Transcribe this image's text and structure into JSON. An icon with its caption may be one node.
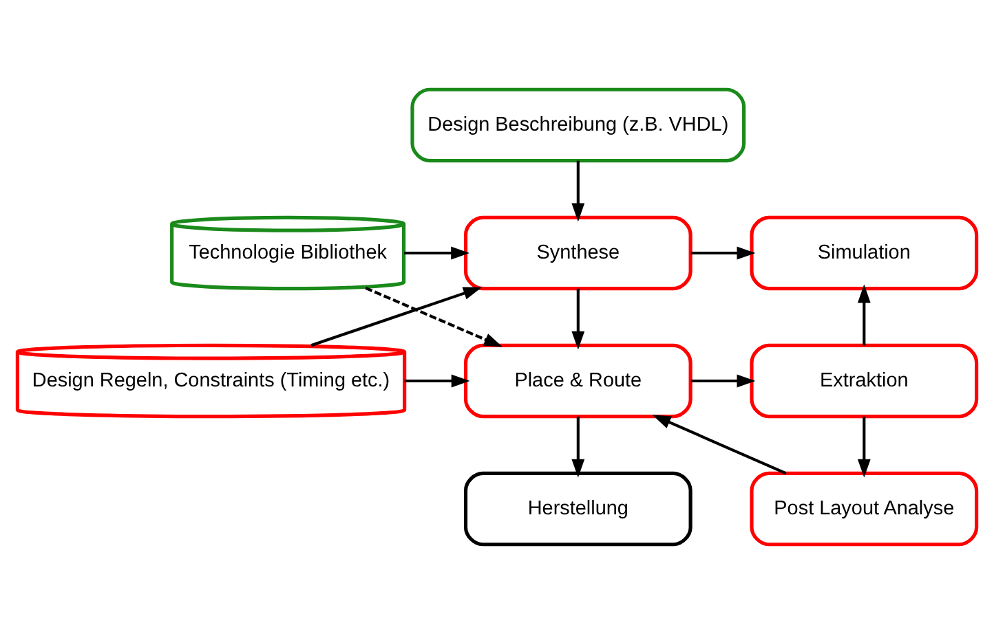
{
  "diagram": {
    "nodes": [
      {
        "text": [
          "Design Beschreibung (z.B. VHDL)"
        ]
      },
      {
        "text": [
          "Technologie Bibliothek"
        ]
      },
      {
        "text": [
          "Synthese"
        ]
      },
      {
        "text": [
          "Simulation"
        ]
      },
      {
        "text": [
          "Design Regeln, Constraints (Timing etc.)"
        ]
      },
      {
        "text": [
          "Place & Route"
        ]
      },
      {
        "text": [
          "Extraktion"
        ]
      },
      {
        "text": [
          "Post Layout Analyse"
        ]
      },
      {
        "text": [
          "Herstellung"
        ]
      }
    ],
    "edges": [
      {
        "from": 0,
        "to": 2,
        "arrow": "to"
      },
      {
        "from": 1,
        "to": 2,
        "arrow": "to"
      },
      {
        "from": 2,
        "to": 3,
        "arrow": "to"
      },
      {
        "from": 1,
        "to": 5,
        "arrow": "to",
        "style": "dashed"
      },
      {
        "from": 2,
        "to": 5,
        "arrow": "to"
      },
      {
        "from": 4,
        "to": 2,
        "arrow": "to"
      },
      {
        "from": 4,
        "to": 5,
        "arrow": "to"
      },
      {
        "from": 5,
        "to": 6,
        "arrow": "to"
      },
      {
        "from": 6,
        "to": 3,
        "arrow": "to"
      },
      {
        "from": 6,
        "to": 7,
        "arrow": "to"
      },
      {
        "from": 7,
        "to": 5,
        "arrow": "to"
      },
      {
        "from": 5,
        "to": 8,
        "arrow": "to"
      }
    ]
  }
}
